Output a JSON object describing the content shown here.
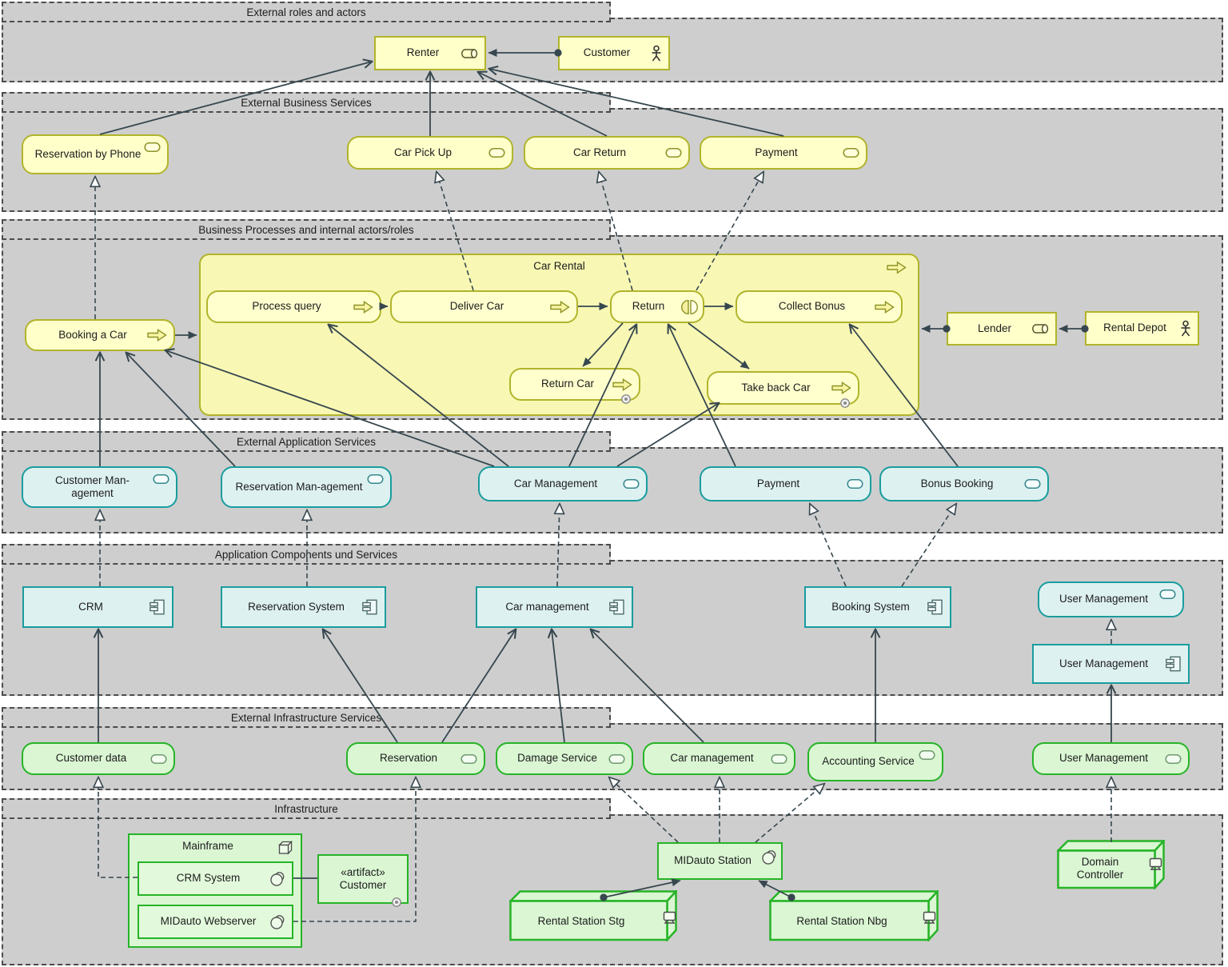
{
  "diagram": {
    "layers": [
      {
        "title": "External roles and actors"
      },
      {
        "title": "External Business Services"
      },
      {
        "title": "Business Processes and internal actors/roles"
      },
      {
        "title": "External Application Services"
      },
      {
        "title": "Application Components und Services"
      },
      {
        "title": "External Infrastructure Services"
      },
      {
        "title": "Infrastructure"
      }
    ],
    "container": {
      "label": "Car Rental"
    },
    "nodes": {
      "renter": {
        "label": "Renter"
      },
      "customer": {
        "label": "Customer"
      },
      "reservation_by_phone": {
        "label": "Reservation by Phone"
      },
      "car_pick_up": {
        "label": "Car Pick Up"
      },
      "car_return": {
        "label": "Car Return"
      },
      "payment_business": {
        "label": "Payment"
      },
      "booking_a_car": {
        "label": "Booking a Car"
      },
      "process_query": {
        "label": "Process query"
      },
      "deliver_car": {
        "label": "Deliver Car"
      },
      "return_interaction": {
        "label": "Return"
      },
      "collect_bonus": {
        "label": "Collect Bonus"
      },
      "return_car": {
        "label": "Return Car"
      },
      "take_back_car": {
        "label": "Take back Car"
      },
      "lender": {
        "label": "Lender"
      },
      "rental_depot": {
        "label": "Rental Depot"
      },
      "customer_management": {
        "label": "Customer Man-agement"
      },
      "reservation_management": {
        "label": "Reservation Man-agement"
      },
      "car_management_service": {
        "label": "Car Management"
      },
      "payment_app": {
        "label": "Payment"
      },
      "bonus_booking": {
        "label": "Bonus Booking"
      },
      "crm": {
        "label": "CRM"
      },
      "reservation_system": {
        "label": "Reservation System"
      },
      "car_management_component": {
        "label": "Car management"
      },
      "booking_system": {
        "label": "Booking System"
      },
      "user_management_service": {
        "label": "User Management"
      },
      "user_management_component": {
        "label": "User Management"
      },
      "customer_data": {
        "label": "Customer data"
      },
      "reservation_infra": {
        "label": "Reservation"
      },
      "damage_service": {
        "label": "Damage Service"
      },
      "car_management_infra": {
        "label": "Car management"
      },
      "accounting_service": {
        "label": "Accounting Service"
      },
      "user_management_infra": {
        "label": "User Management"
      },
      "mainframe": {
        "label": "Mainframe"
      },
      "crm_system": {
        "label": "CRM System"
      },
      "midauto_webserver": {
        "label": "MIDauto Webserver"
      },
      "artifact_customer": {
        "stereotype": "«artifact»",
        "label": "Customer"
      },
      "midauto_station": {
        "label": "MIDauto Station"
      },
      "rental_station_stg": {
        "label": "Rental Station Stg"
      },
      "rental_station_nbg": {
        "label": "Rental Station Nbg"
      },
      "domain_controller": {
        "label": "Domain Controller"
      }
    },
    "colors": {
      "business_fill": "#ffffca",
      "business_border": "#b1b42b",
      "application_fill": "#def1f1",
      "application_border": "#1a9c9e",
      "technology_fill": "#daf6d3",
      "technology_border": "#27b427",
      "layer_fill": "#cecece",
      "layer_border": "#4c4c4c",
      "relationship_line": "#37474f"
    }
  }
}
